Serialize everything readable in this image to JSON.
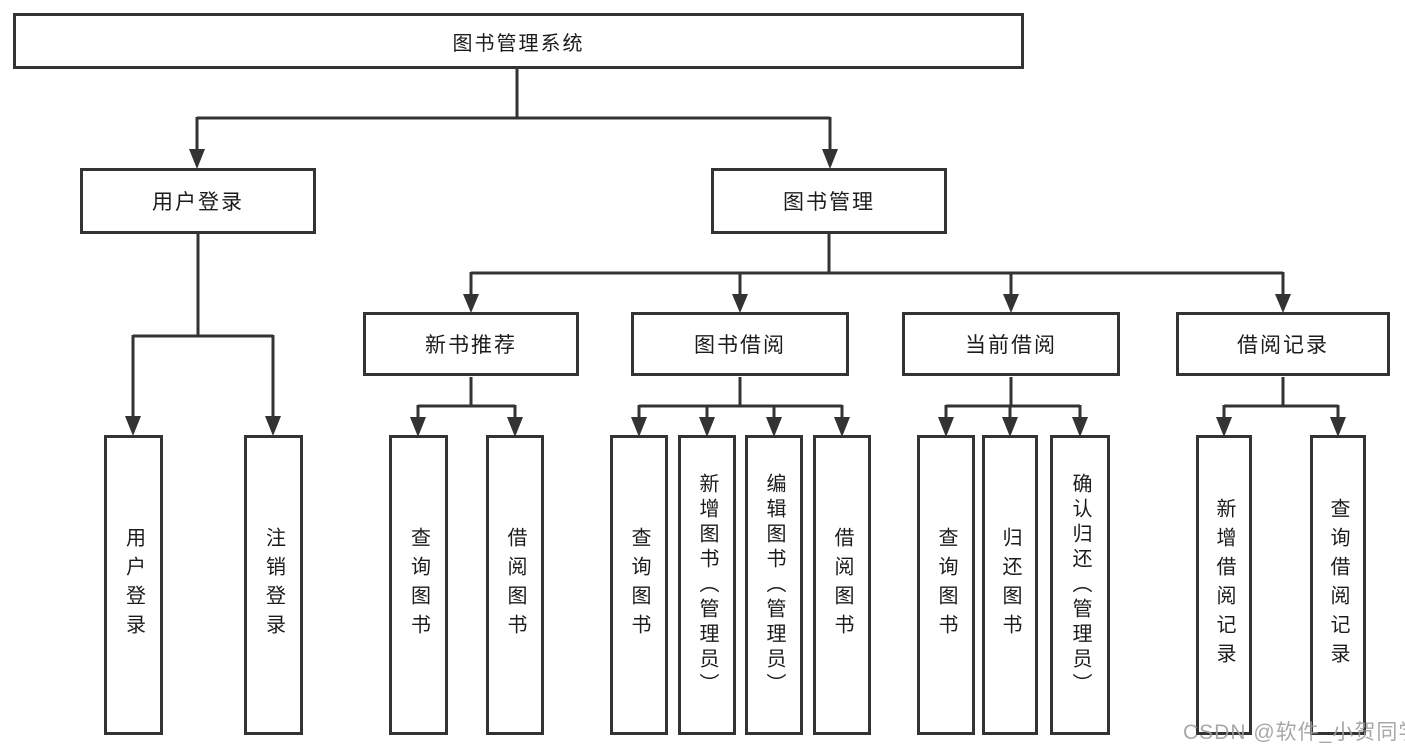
{
  "diagram": {
    "title": "图书管理系统",
    "level2": [
      {
        "label": "用户登录",
        "children": [
          "用户登录",
          "注销登录"
        ]
      },
      {
        "label": "图书管理",
        "modules": [
          {
            "label": "新书推荐",
            "children": [
              "查询图书",
              "借阅图书"
            ]
          },
          {
            "label": "图书借阅",
            "children": [
              "查询图书",
              "新增图书（管理员）",
              "编辑图书（管理员）",
              "借阅图书"
            ]
          },
          {
            "label": "当前借阅",
            "children": [
              "查询图书",
              "归还图书",
              "确认归还（管理员）"
            ]
          },
          {
            "label": "借阅记录",
            "children": [
              "新增借阅记录",
              "查询借阅记录"
            ]
          }
        ]
      }
    ]
  },
  "watermark": "CSDN @软件_小贺同学",
  "colors": {
    "line": "#333333",
    "box_border": "#333333",
    "box_background": "#ffffff",
    "text": "#1c1c1c",
    "watermark": "#9e9e9e"
  }
}
